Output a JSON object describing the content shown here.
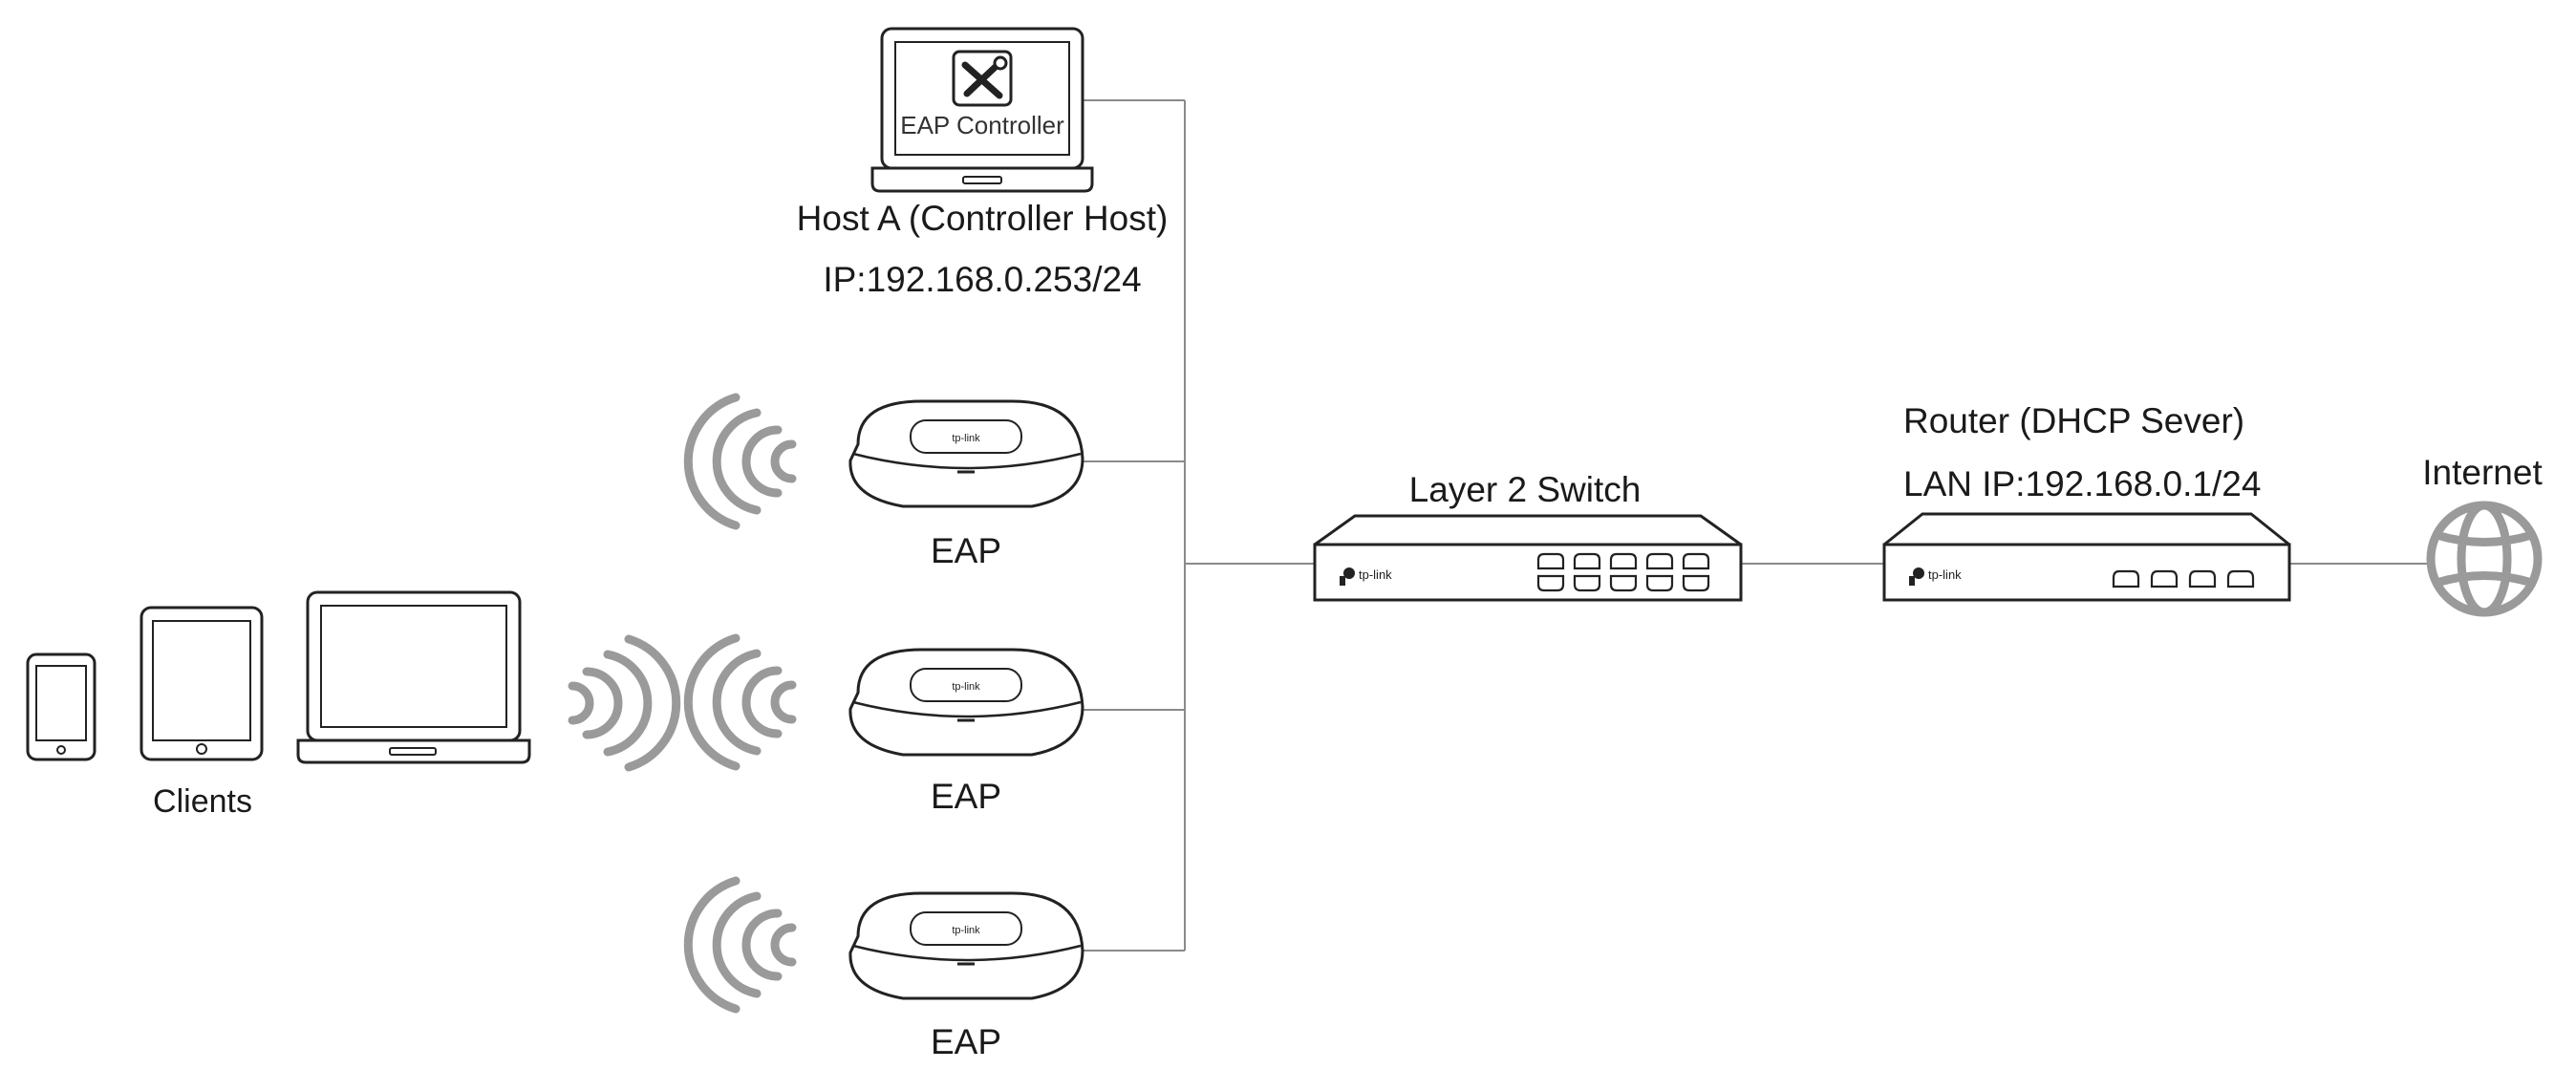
{
  "controller": {
    "screen_text": "EAP Controller",
    "host_label": "Host A (Controller Host)",
    "host_ip": "IP:192.168.0.253/24",
    "icon": "tools-icon"
  },
  "eaps": [
    {
      "label": "EAP",
      "brand": "tp-link"
    },
    {
      "label": "EAP",
      "brand": "tp-link"
    },
    {
      "label": "EAP",
      "brand": "tp-link"
    }
  ],
  "clients": {
    "label": "Clients"
  },
  "switch": {
    "label": "Layer 2 Switch",
    "brand": "tp-link"
  },
  "router": {
    "label": "Router (DHCP Sever)",
    "ip": "LAN IP:192.168.0.1/24",
    "brand": "tp-link"
  },
  "internet": {
    "label": "Internet",
    "icon": "globe-icon"
  },
  "colors": {
    "stroke": "#222222",
    "line": "#8a8a8a",
    "wifi": "#9a9a9a",
    "text": "#1a1a1a"
  }
}
